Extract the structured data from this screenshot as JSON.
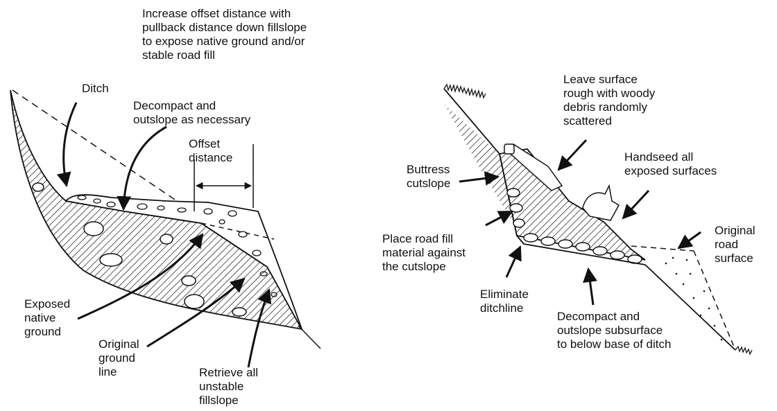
{
  "left_diagram": {
    "top_note": [
      "Increase offset distance with",
      "pullback distance down fillslope",
      "to expose native ground and/or",
      "stable road fill"
    ],
    "ditch": "Ditch",
    "decompact": [
      "Decompact and",
      "outslope as necessary"
    ],
    "offset": [
      "Offset",
      "distance"
    ],
    "exposed": [
      "Exposed",
      "native",
      "ground"
    ],
    "original_ground": [
      "Original",
      "ground",
      "line"
    ],
    "retrieve": [
      "Retrieve all",
      "unstable",
      "fillslope"
    ]
  },
  "right_diagram": {
    "leave_surface": [
      "Leave surface",
      "rough with woody",
      "debris randomly",
      "scattered"
    ],
    "buttress": [
      "Buttress",
      "cutslope"
    ],
    "handseed": [
      "Handseed all",
      "exposed surfaces"
    ],
    "place_fill": [
      "Place road fill",
      "material against",
      "the cutslope"
    ],
    "original_road": [
      "Original",
      "road",
      "surface"
    ],
    "eliminate": [
      "Eliminate",
      "ditchline"
    ],
    "decompact_sub": [
      "Decompact and",
      "outslope subsurface",
      "to below base of ditch"
    ]
  },
  "colors": {
    "ink": "#111111",
    "background": "#ffffff"
  }
}
